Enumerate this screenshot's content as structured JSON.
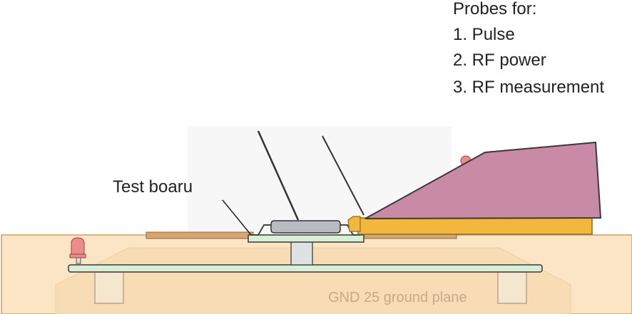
{
  "probes": {
    "heading": "Probes for:",
    "items": [
      "1. Pulse",
      "2. RF power",
      "3. RF measurement"
    ]
  },
  "labels": {
    "test_board": "Test boaru",
    "ground_plane": "GND 25 ground plane"
  },
  "colors": {
    "fixture_base": "#fce5c4",
    "fixture_inner": "#f7d9b0",
    "board": "#d9efd6",
    "pad": "#d7a66f",
    "chip": "#b8bcc0",
    "clamp_body": "#c98aa5",
    "clamp_base": "#f4b73d",
    "led": "#ef8a8a",
    "ground_text": "#c9a98a"
  }
}
